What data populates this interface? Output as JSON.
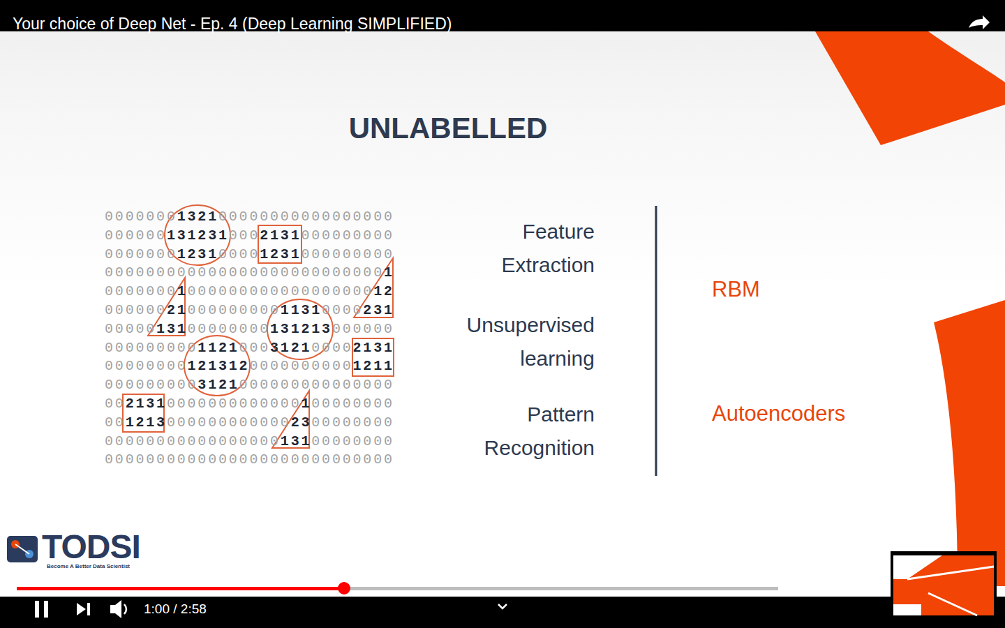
{
  "diagram": {
    "title": "UNLABELLED",
    "labels": [
      "Your choice of Deep Net - Ep. 4 (Deep Learning SIMPLIFIED)",
      "0000000132100000000000000000",
      "0000001312310002131000000000",
      "0000000123100001231000000000",
      "0000000000000000000000000001",
      "0000000100000000000000000012",
      "0000002100000000011310000231",
      "0000013100000000131213000000",
      "0000000001121000312100002131",
      "0000000012131200000000001211",
      "0000000003121000000000000000",
      "0021310000000000000100000000",
      "0012130000000000002300000000",
      "0000000000000000013100000000",
      "0000000000000000000000000000",
      "Feature Extraction",
      "Unsupervised learning",
      "Pattern Recognition",
      "RBM",
      "Autoencoders",
      "TODSI",
      "Become A Better Data Scientist",
      "1:00 / 2:58"
    ]
  }
}
